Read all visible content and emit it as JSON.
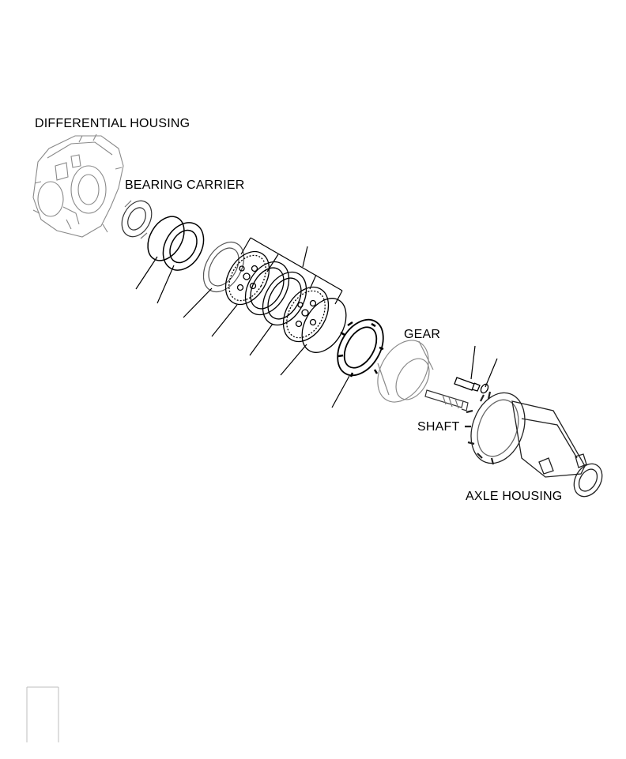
{
  "labels": {
    "differential_housing": "DIFFERENTIAL HOUSING",
    "bearing_carrier": "BEARING CARRIER",
    "gear": "GEAR",
    "shaft": "SHAFT",
    "axle_housing": "AXLE HOUSING"
  },
  "colors": {
    "line": "#000000",
    "faint_line": "#9a9a9a",
    "background": "#ffffff"
  }
}
